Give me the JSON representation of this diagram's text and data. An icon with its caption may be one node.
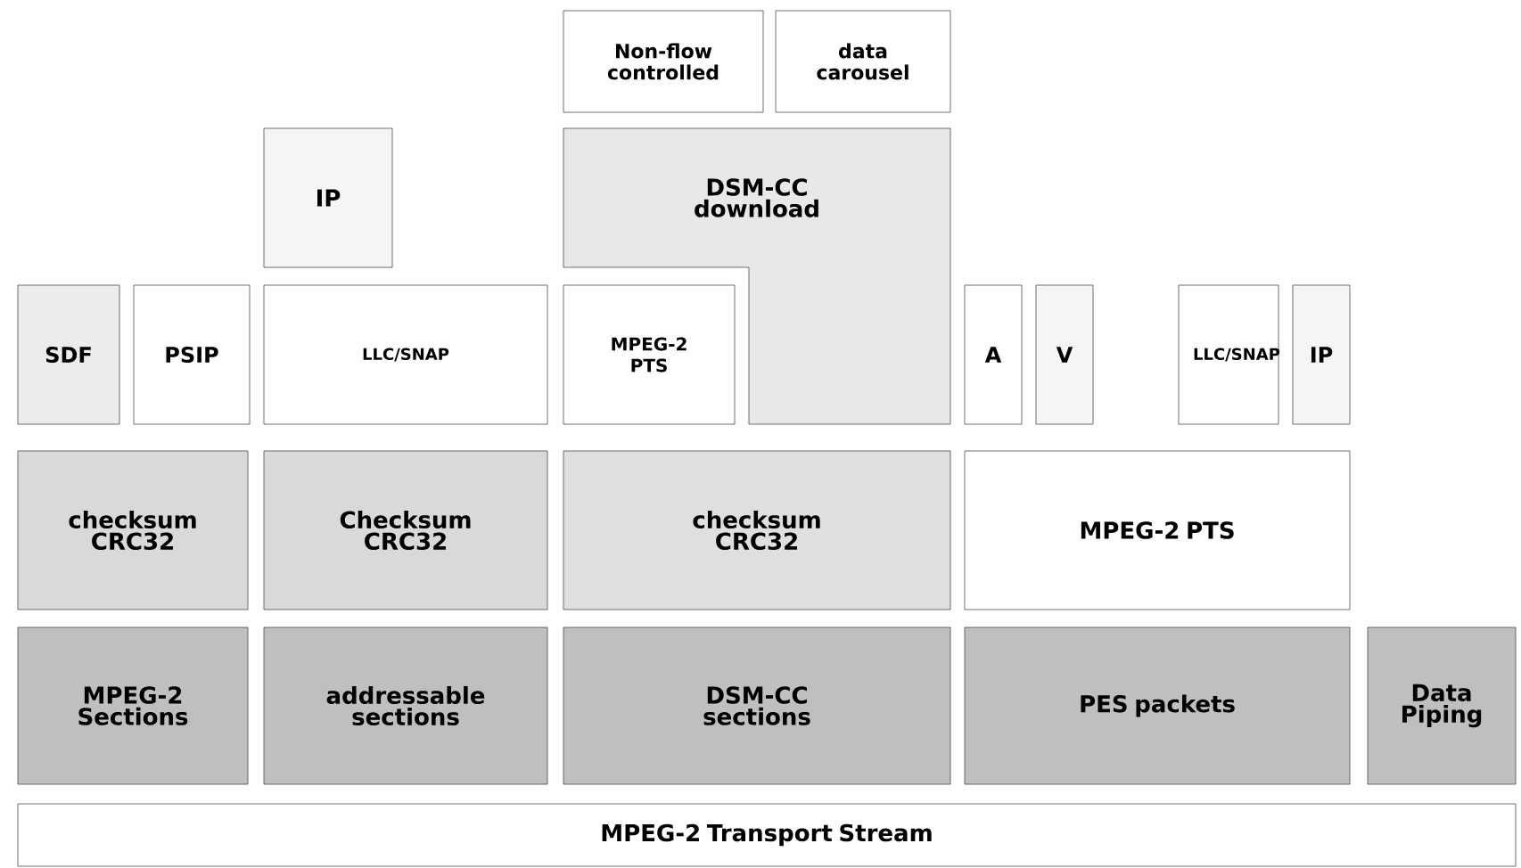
{
  "diagram": {
    "nodes": [
      {
        "text": [
          "Non-flow controlled"
        ]
      },
      {
        "text": [
          "data carousel"
        ]
      },
      {
        "text": [
          "IP"
        ]
      },
      {
        "text": [
          "DSM-CC download"
        ]
      },
      {
        "text": [
          "SDF"
        ]
      },
      {
        "text": [
          "PSIP"
        ]
      },
      {
        "text": [
          "LLC/SNAP"
        ]
      },
      {
        "text": [
          "MPEG-2 PTS"
        ]
      },
      {
        "text": [
          "A"
        ]
      },
      {
        "text": [
          "V"
        ]
      },
      {
        "text": [
          "LLC/SNAP"
        ]
      },
      {
        "text": [
          "IP"
        ]
      },
      {
        "text": [
          "checksum CRC32"
        ]
      },
      {
        "text": [
          "Checksum CRC32"
        ]
      },
      {
        "text": [
          "checksum CRC32"
        ]
      },
      {
        "text": [
          "MPEG-2 PTS"
        ]
      },
      {
        "text": [
          "MPEG-2 Sections"
        ]
      },
      {
        "text": [
          "addressable sections"
        ]
      },
      {
        "text": [
          "DSM-CC sections"
        ]
      },
      {
        "text": [
          "PES packets"
        ]
      },
      {
        "text": [
          "Data Piping"
        ]
      },
      {
        "text": [
          "MPEG-2 Transport Stream"
        ]
      }
    ]
  }
}
